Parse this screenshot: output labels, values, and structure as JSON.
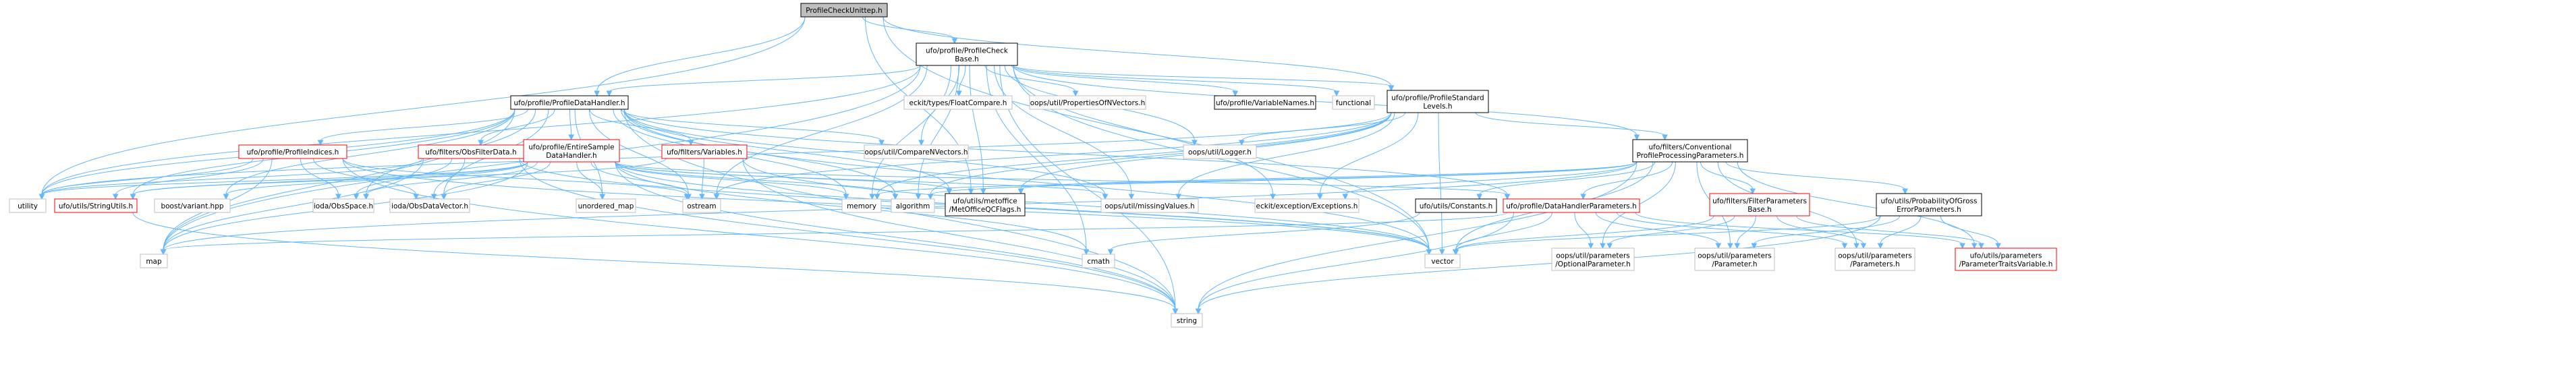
{
  "graph": {
    "nodes": [
      {
        "id": "n0",
        "lines": [
          "ProfileCheckUnittep.h"
        ],
        "style": "root"
      },
      {
        "id": "n1",
        "lines": [
          "ufo/profile/ProfileCheck",
          "Base.h"
        ],
        "style": "black"
      },
      {
        "id": "n2",
        "lines": [
          "ufo/profile/ProfileDataHandler.h"
        ],
        "style": "black"
      },
      {
        "id": "n3",
        "lines": [
          "eckit/types/FloatCompare.h"
        ],
        "style": "gray"
      },
      {
        "id": "n4",
        "lines": [
          "oops/util/PropertiesOfNVectors.h"
        ],
        "style": "gray"
      },
      {
        "id": "n5",
        "lines": [
          "ufo/profile/VariableNames.h"
        ],
        "style": "black"
      },
      {
        "id": "n6",
        "lines": [
          "functional"
        ],
        "style": "gray"
      },
      {
        "id": "n7",
        "lines": [
          "ufo/profile/ProfileStandard",
          "Levels.h"
        ],
        "style": "black"
      },
      {
        "id": "n8",
        "lines": [
          "ufo/profile/ProfileIndices.h"
        ],
        "style": "red"
      },
      {
        "id": "n9",
        "lines": [
          "ufo/filters/ObsFilterData.h"
        ],
        "style": "red"
      },
      {
        "id": "n10",
        "lines": [
          "ufo/profile/EntireSample",
          "DataHandler.h"
        ],
        "style": "red"
      },
      {
        "id": "n11",
        "lines": [
          "ufo/filters/Variables.h"
        ],
        "style": "red"
      },
      {
        "id": "n12",
        "lines": [
          "oops/util/CompareNVectors.h"
        ],
        "style": "gray"
      },
      {
        "id": "n13",
        "lines": [
          "oops/util/Logger.h"
        ],
        "style": "gray"
      },
      {
        "id": "n14",
        "lines": [
          "ufo/filters/Conventional",
          "ProfileProcessingParameters.h"
        ],
        "style": "black"
      },
      {
        "id": "n15",
        "lines": [
          "ufo/utils/StringUtils.h"
        ],
        "style": "red"
      },
      {
        "id": "n16",
        "lines": [
          "utility"
        ],
        "style": "gray"
      },
      {
        "id": "n17",
        "lines": [
          "boost/variant.hpp"
        ],
        "style": "gray"
      },
      {
        "id": "n18",
        "lines": [
          "ioda/ObsSpace.h"
        ],
        "style": "gray"
      },
      {
        "id": "n19",
        "lines": [
          "ioda/ObsDataVector.h"
        ],
        "style": "gray"
      },
      {
        "id": "n20",
        "lines": [
          "unordered_map"
        ],
        "style": "gray"
      },
      {
        "id": "n21",
        "lines": [
          "ostream"
        ],
        "style": "gray"
      },
      {
        "id": "n22",
        "lines": [
          "memory"
        ],
        "style": "gray"
      },
      {
        "id": "n23",
        "lines": [
          "algorithm"
        ],
        "style": "gray"
      },
      {
        "id": "n24",
        "lines": [
          "ufo/utils/metoffice",
          "/MetOfficeQCFlags.h"
        ],
        "style": "black"
      },
      {
        "id": "n25",
        "lines": [
          "oops/util/missingValues.h"
        ],
        "style": "gray"
      },
      {
        "id": "n26",
        "lines": [
          "eckit/exception/Exceptions.h"
        ],
        "style": "gray"
      },
      {
        "id": "n27",
        "lines": [
          "ufo/utils/Constants.h"
        ],
        "style": "black"
      },
      {
        "id": "n28",
        "lines": [
          "ufo/profile/DataHandlerParameters.h"
        ],
        "style": "red"
      },
      {
        "id": "n29",
        "lines": [
          "ufo/filters/FilterParameters",
          "Base.h"
        ],
        "style": "red"
      },
      {
        "id": "n30",
        "lines": [
          "ufo/utils/ProbabilityOfGross",
          "ErrorParameters.h"
        ],
        "style": "black"
      },
      {
        "id": "n31",
        "lines": [
          "map"
        ],
        "style": "gray"
      },
      {
        "id": "n32",
        "lines": [
          "cmath"
        ],
        "style": "gray"
      },
      {
        "id": "n33",
        "lines": [
          "vector"
        ],
        "style": "gray"
      },
      {
        "id": "n34",
        "lines": [
          "oops/util/parameters",
          "/OptionalParameter.h"
        ],
        "style": "gray"
      },
      {
        "id": "n35",
        "lines": [
          "oops/util/parameters",
          "/Parameter.h"
        ],
        "style": "gray"
      },
      {
        "id": "n36",
        "lines": [
          "oops/util/parameters",
          "/Parameters.h"
        ],
        "style": "gray"
      },
      {
        "id": "n37",
        "lines": [
          "ufo/utils/parameters",
          "/ParameterTraitsVariable.h"
        ],
        "style": "red"
      },
      {
        "id": "n38",
        "lines": [
          "string"
        ],
        "style": "gray"
      }
    ],
    "edges": [
      [
        "n0",
        "n1"
      ],
      [
        "n0",
        "n2"
      ],
      [
        "n0",
        "n7"
      ],
      [
        "n0",
        "n16"
      ],
      [
        "n0",
        "n33"
      ],
      [
        "n0",
        "n24"
      ],
      [
        "n1",
        "n2"
      ],
      [
        "n1",
        "n3"
      ],
      [
        "n1",
        "n4"
      ],
      [
        "n1",
        "n5"
      ],
      [
        "n1",
        "n6"
      ],
      [
        "n1",
        "n7"
      ],
      [
        "n1",
        "n13"
      ],
      [
        "n1",
        "n14"
      ],
      [
        "n1",
        "n12"
      ],
      [
        "n1",
        "n24"
      ],
      [
        "n1",
        "n25"
      ],
      [
        "n1",
        "n22"
      ],
      [
        "n1",
        "n23"
      ],
      [
        "n1",
        "n21"
      ],
      [
        "n1",
        "n32"
      ],
      [
        "n1",
        "n16"
      ],
      [
        "n1",
        "n33"
      ],
      [
        "n1",
        "n38"
      ],
      [
        "n1",
        "n26"
      ],
      [
        "n1",
        "n31"
      ],
      [
        "n2",
        "n8"
      ],
      [
        "n2",
        "n9"
      ],
      [
        "n2",
        "n10"
      ],
      [
        "n2",
        "n11"
      ],
      [
        "n2",
        "n12"
      ],
      [
        "n2",
        "n15"
      ],
      [
        "n2",
        "n16"
      ],
      [
        "n2",
        "n17"
      ],
      [
        "n2",
        "n18"
      ],
      [
        "n2",
        "n19"
      ],
      [
        "n2",
        "n20"
      ],
      [
        "n2",
        "n21"
      ],
      [
        "n2",
        "n22"
      ],
      [
        "n2",
        "n23"
      ],
      [
        "n2",
        "n24"
      ],
      [
        "n2",
        "n25"
      ],
      [
        "n2",
        "n28"
      ],
      [
        "n2",
        "n31"
      ],
      [
        "n2",
        "n33"
      ],
      [
        "n2",
        "n38"
      ],
      [
        "n7",
        "n13"
      ],
      [
        "n7",
        "n14"
      ],
      [
        "n7",
        "n21"
      ],
      [
        "n7",
        "n22"
      ],
      [
        "n7",
        "n23"
      ],
      [
        "n7",
        "n24"
      ],
      [
        "n7",
        "n25"
      ],
      [
        "n7",
        "n26"
      ],
      [
        "n7",
        "n33"
      ],
      [
        "n7",
        "n16"
      ],
      [
        "n8",
        "n15"
      ],
      [
        "n8",
        "n16"
      ],
      [
        "n8",
        "n18"
      ],
      [
        "n8",
        "n19"
      ],
      [
        "n8",
        "n31"
      ],
      [
        "n8",
        "n33"
      ],
      [
        "n8",
        "n38"
      ],
      [
        "n8",
        "n21"
      ],
      [
        "n9",
        "n16"
      ],
      [
        "n9",
        "n18"
      ],
      [
        "n9",
        "n19"
      ],
      [
        "n9",
        "n31"
      ],
      [
        "n9",
        "n33"
      ],
      [
        "n9",
        "n38"
      ],
      [
        "n10",
        "n15"
      ],
      [
        "n10",
        "n16"
      ],
      [
        "n10",
        "n17"
      ],
      [
        "n10",
        "n18"
      ],
      [
        "n10",
        "n19"
      ],
      [
        "n10",
        "n20"
      ],
      [
        "n10",
        "n21"
      ],
      [
        "n10",
        "n22"
      ],
      [
        "n10",
        "n23"
      ],
      [
        "n10",
        "n24"
      ],
      [
        "n10",
        "n25"
      ],
      [
        "n10",
        "n28"
      ],
      [
        "n10",
        "n31"
      ],
      [
        "n10",
        "n32"
      ],
      [
        "n10",
        "n33"
      ],
      [
        "n10",
        "n38"
      ],
      [
        "n11",
        "n21"
      ],
      [
        "n11",
        "n33"
      ],
      [
        "n11",
        "n38"
      ],
      [
        "n11",
        "n15"
      ],
      [
        "n14",
        "n22"
      ],
      [
        "n14",
        "n23"
      ],
      [
        "n14",
        "n24"
      ],
      [
        "n14",
        "n26"
      ],
      [
        "n14",
        "n27"
      ],
      [
        "n14",
        "n28"
      ],
      [
        "n14",
        "n29"
      ],
      [
        "n14",
        "n30"
      ],
      [
        "n14",
        "n33"
      ],
      [
        "n14",
        "n34"
      ],
      [
        "n14",
        "n35"
      ],
      [
        "n14",
        "n36"
      ],
      [
        "n14",
        "n37"
      ],
      [
        "n14",
        "n38"
      ],
      [
        "n14",
        "n31"
      ],
      [
        "n15",
        "n38"
      ],
      [
        "n27",
        "n32"
      ],
      [
        "n28",
        "n31"
      ],
      [
        "n28",
        "n33"
      ],
      [
        "n28",
        "n34"
      ],
      [
        "n28",
        "n35"
      ],
      [
        "n28",
        "n36"
      ],
      [
        "n28",
        "n37"
      ],
      [
        "n28",
        "n38"
      ],
      [
        "n29",
        "n33"
      ],
      [
        "n29",
        "n34"
      ],
      [
        "n29",
        "n35"
      ],
      [
        "n29",
        "n36"
      ],
      [
        "n29",
        "n37"
      ],
      [
        "n30",
        "n33"
      ],
      [
        "n30",
        "n35"
      ],
      [
        "n30",
        "n36"
      ],
      [
        "n30",
        "n37"
      ],
      [
        "n30",
        "n38"
      ]
    ],
    "colors": {
      "edge": "#63b8ff",
      "root_fill": "#bfbfbf",
      "black_border": "#000000",
      "red_border": "#ff0000",
      "gray_border": "#bfbfbf",
      "fill": "#ffffff"
    }
  }
}
